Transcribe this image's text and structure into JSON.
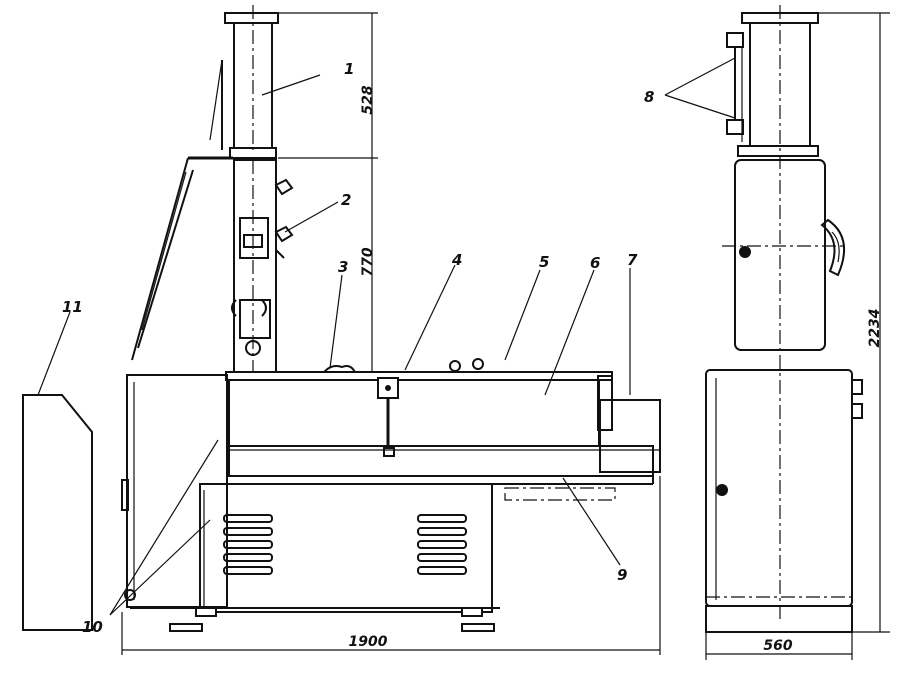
{
  "callouts": {
    "c1": "1",
    "c2": "2",
    "c3": "3",
    "c4": "4",
    "c5": "5",
    "c6": "6",
    "c7": "7",
    "c8": "8",
    "c9": "9",
    "c10": "10",
    "c11": "11"
  },
  "dimensions": {
    "column_upper": "528",
    "column_lower": "770",
    "overall_width": "1900",
    "overall_height": "2234",
    "side_width": "560"
  },
  "colors": {
    "ink": "#111111",
    "paper": "#ffffff"
  }
}
